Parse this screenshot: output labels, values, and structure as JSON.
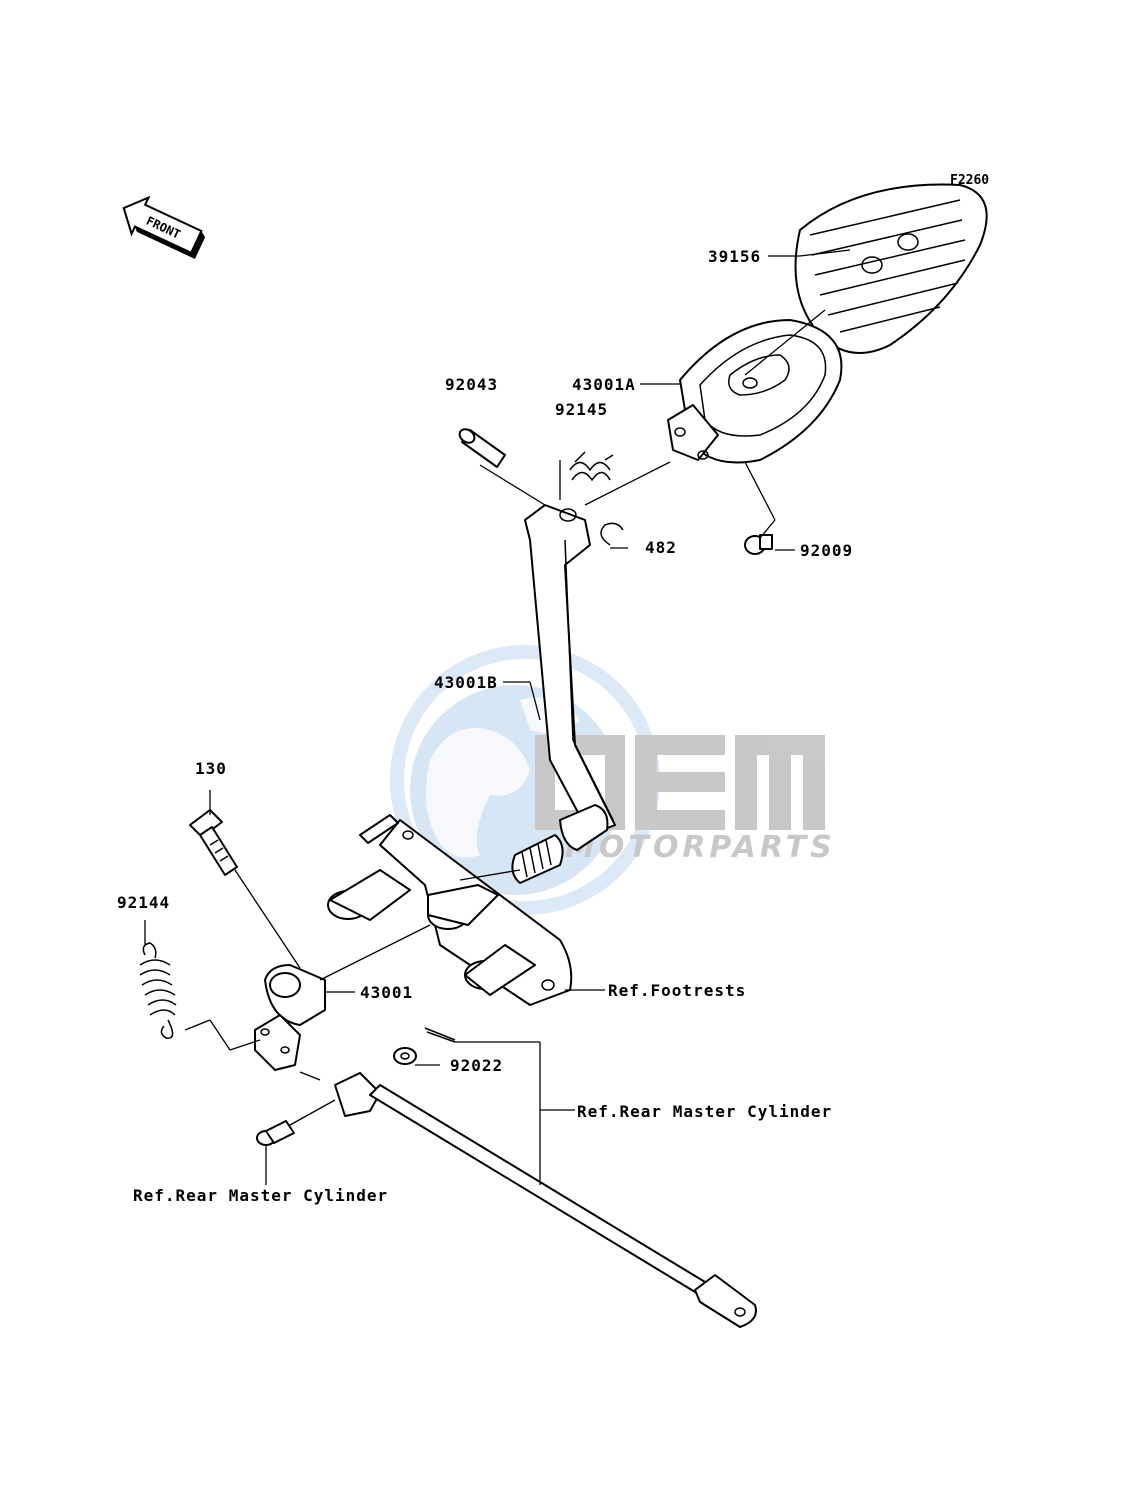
{
  "diagram_code": "F2260",
  "front_badge": "FRONT",
  "watermark": {
    "logo_text": "OEM",
    "sub_text": "MOTORPARTS",
    "colors": {
      "globe": "#cfe2f3",
      "letters": "#bfbfbf"
    }
  },
  "labels": {
    "p39156": "39156",
    "p43001A": "43001A",
    "p92043": "92043",
    "p92145": "92145",
    "p482": "482",
    "p92009": "92009",
    "p43001B": "43001B",
    "p130": "130",
    "p92144": "92144",
    "p43001": "43001",
    "p92022": "92022",
    "ref_footrests": "Ref.Footrests",
    "ref_rear_master_cylinder_right": "Ref.Rear Master Cylinder",
    "ref_rear_master_cylinder_left": "Ref.Rear Master Cylinder"
  }
}
